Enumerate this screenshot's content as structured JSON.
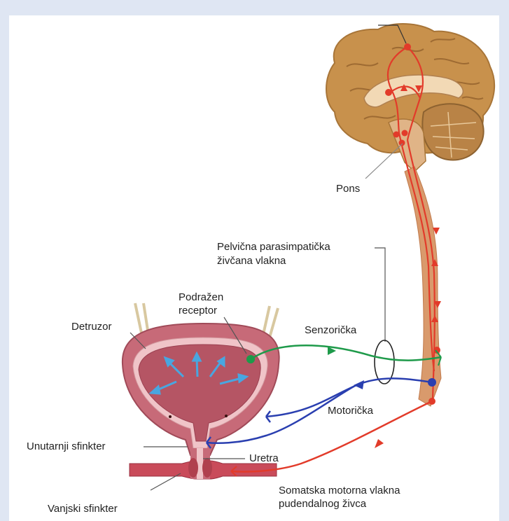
{
  "labels": {
    "pons": "Pons",
    "pelvic_line1": "Pelvična parasimpatička",
    "pelvic_line2": "živčana vlakna",
    "receptor_line1": "Podražen",
    "receptor_line2": "receptor",
    "detrusor": "Detruzor",
    "sensory": "Senzorička",
    "motor": "Motorička",
    "internal_sphincter": "Unutarnji sfinkter",
    "urethra": "Uretra",
    "somatic_line1": "Somatska motorna vlakna",
    "somatic_line2": "pudendalnog živca",
    "external_sphincter": "Vanjski sfinkter"
  },
  "colors": {
    "background": "#dfe6f3",
    "panel": "#ffffff",
    "brain": "#c8914c",
    "spinal_cord": "#d99a6c",
    "bladder": "#c76a78",
    "sensory_nerve": "#1e9a4a",
    "motor_nerve": "#2a3fb0",
    "somatic_nerve": "#e23b2a",
    "arrows_in_bladder": "#49a6e0"
  }
}
